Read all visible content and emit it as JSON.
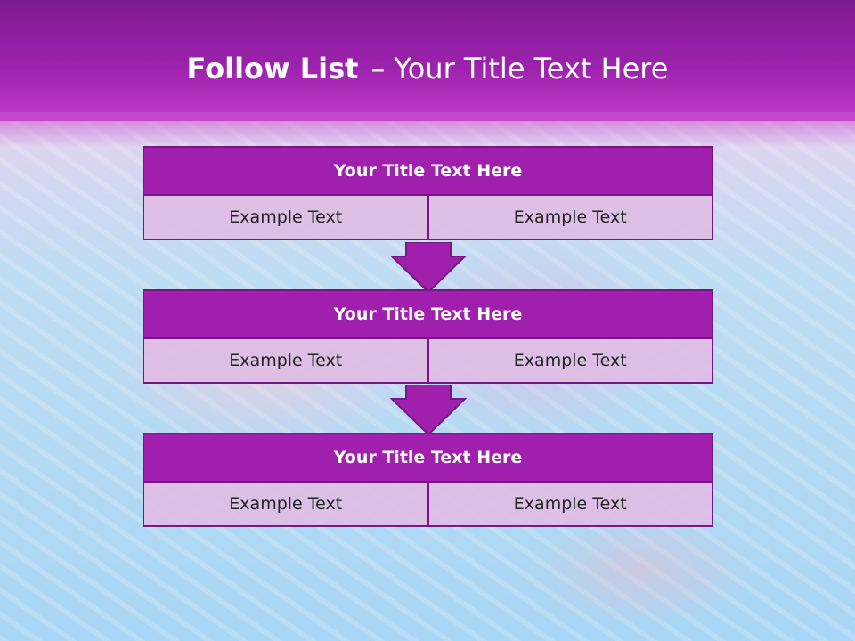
{
  "slide": {
    "title_bold": "Follow List",
    "title_separator": "–",
    "title_rest": "Your Title Text Here",
    "blocks": [
      {
        "title": "Your Title Text Here",
        "left": "Example Text",
        "right": "Example Text"
      },
      {
        "title": "Your Title Text Here",
        "left": "Example Text",
        "right": "Example Text"
      },
      {
        "title": "Your Title Text Here",
        "left": "Example Text",
        "right": "Example Text"
      }
    ]
  },
  "colors": {
    "header_purple": "#9c22ad",
    "block_title": "#a020ad",
    "cell_fill": "#debee4",
    "border": "#7a1585"
  }
}
